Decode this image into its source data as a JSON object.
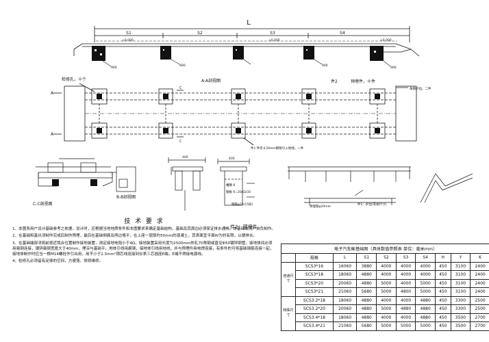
{
  "drawing": {
    "overall_dim": "L",
    "dims": {
      "s1": "S1",
      "s2": "S2",
      "s3": "S3",
      "s4": "S4"
    },
    "elevations": [
      "±0.000",
      "±0.000",
      "±0.000"
    ],
    "depths": [
      "900",
      "900",
      "900",
      "900"
    ],
    "section_marks": [
      "A",
      "A",
      "C",
      "C"
    ],
    "callouts": {
      "access_hole": "检修孔，十个",
      "aa_view": "A-A剖视图",
      "part2_left": "件2",
      "part2_right": "预埋件，十件",
      "angle_guard": "角钢护边，二件",
      "part1": "件1 件仅￠20mm钢管引入地线，一件",
      "cc_view": "C-C剖视图",
      "bb_view": "B-B剖视图",
      "dim_400": "400",
      "channel_steel": "槽钢 8",
      "plate": "钢板 δ=20/Q235",
      "rebar": "钢筋φ16(15处)",
      "part2_caption": "件2：预埋件",
      "guard_label": "件1：护边(常规尺寸)",
      "pipe_label": "预埋管φ20mm"
    }
  },
  "notes": {
    "title": "技 术 要 求",
    "items": [
      "1、本图系用户设计基础参考之依据，设计时，应根据当地地质条件和本图要求来确定基础结构，基础及其周边必须保证排水通畅，本基础由用户自负制作。",
      "2、在基础和基坑浇制作完成后制作预埋，最后在基础侧面及两边墙平，在上座一层厚约50mm的混凝土，其表面宜平面W为的有限，以便排水。",
      "3、在基础端部浇筑前按近我合位置制作接地装置，测定接地电阻小于4Ω，接地装置采用长度为2500mm热轧70角钢或直径Φ50镀锌钢管，接地体间必须用扁钢连接，镀锌扁钢宽度大于40mm，埋深与基础平。地体引线用扁钢，接地体引线用地线，并与预埋件用电焊连接，有条件的可将基础钢筋连接一起，接地体制作时应当一根M14螺栓作引出用，用不小于2.5mm²铜芯线连接到仪表三芯插座E端，E端不得接电源线。",
      "4、检修孔必须留有足够的空间，方便落、修修维修。"
    ]
  },
  "table": {
    "caption": "电子汽车衡基础图（具体数值参照表 单位：毫米mm）",
    "headers": [
      "规格",
      "L",
      "S1",
      "S2",
      "S3",
      "S4",
      "H",
      "Y",
      "K"
    ],
    "groups": [
      "普通尺寸",
      "特殊尺寸"
    ],
    "rows": [
      [
        "SCS3*16",
        "16060",
        "3880",
        "4000",
        "4000",
        "4000",
        "450",
        "3100",
        "2400"
      ],
      [
        "SCS3*18",
        "18060",
        "4880",
        "4000",
        "4000",
        "4000",
        "450",
        "3100",
        "2400"
      ],
      [
        "SCS3*20",
        "20060",
        "4880",
        "5000",
        "4000",
        "5000",
        "450",
        "3100",
        "2400"
      ],
      [
        "SCS3*21",
        "21060",
        "5680",
        "5000",
        "4800",
        "5000",
        "450",
        "3100",
        "2400"
      ],
      [
        "SCS3.2*18",
        "18060",
        "4880",
        "4000",
        "4000",
        "4880",
        "450",
        "3300",
        "2500"
      ],
      [
        "SCS3.2*20",
        "20060",
        "4880",
        "5000",
        "4880",
        "4880",
        "450",
        "3300",
        "2500"
      ],
      [
        "SCS3.4*18",
        "18060",
        "4880",
        "4000",
        "4000",
        "4880",
        "450",
        "3500",
        "2700"
      ],
      [
        "SCS3.4*21",
        "21060",
        "5680",
        "5000",
        "5000",
        "5000",
        "450",
        "3500",
        "2700"
      ]
    ]
  }
}
